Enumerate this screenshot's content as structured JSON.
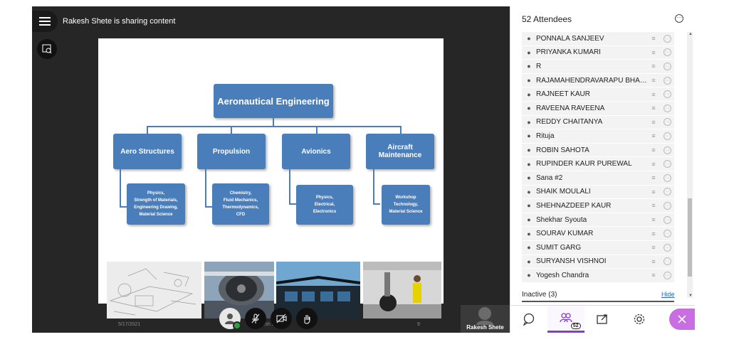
{
  "share_banner": "Rakesh Shete is sharing content",
  "slide": {
    "title": "Aeronautical Engineering",
    "branches": [
      {
        "label": "Aero Structures",
        "sub": [
          "Physics,",
          "Strength of Materials,",
          "Engineering Drawing,",
          "Material Science"
        ]
      },
      {
        "label": "Propulsion",
        "sub": [
          "Chemistry,",
          "Fluid Mechanics,",
          "Thermodynamics,",
          "CFD"
        ]
      },
      {
        "label": "Avionics",
        "sub": [
          "Physics,",
          "Electrical,",
          "Electronics"
        ]
      },
      {
        "label": "Aircraft Maintenance",
        "sub": [
          "Workshop",
          "Technology,",
          "Material Science"
        ]
      }
    ],
    "footer_date": "5/17/2021",
    "footer_author": "Rakesh Shete",
    "footer_page": "9"
  },
  "video_tile_name": "Rakesh Shete",
  "panel": {
    "title": "52 Attendees",
    "attendees": [
      "PONNALA SANJEEV",
      "PRIYANKA KUMARI",
      "R",
      "RAJAMAHENDRAVARAPU BHAN...",
      "RAJNEET KAUR",
      "RAVEENA RAVEENA",
      "REDDY CHAITANYA",
      "Rituja",
      "ROBIN SAHOTA",
      "RUPINDER KAUR PUREWAL",
      "Sana #2",
      "SHAIK MOULALI",
      "SHEHNAZDEEP KAUR",
      "Shekhar Syouta",
      "SOURAV KUMAR",
      "SUMIT GARG",
      "SURYANSH VISHNOI",
      "Yogesh Chandra"
    ],
    "inactive_label": "Inactive (3)",
    "hide_label": "Hide",
    "attendee_badge": "52"
  },
  "colors": {
    "accent": "#8a3ad1",
    "close": "#c86de2",
    "slide_box": "#4a7ebb"
  }
}
